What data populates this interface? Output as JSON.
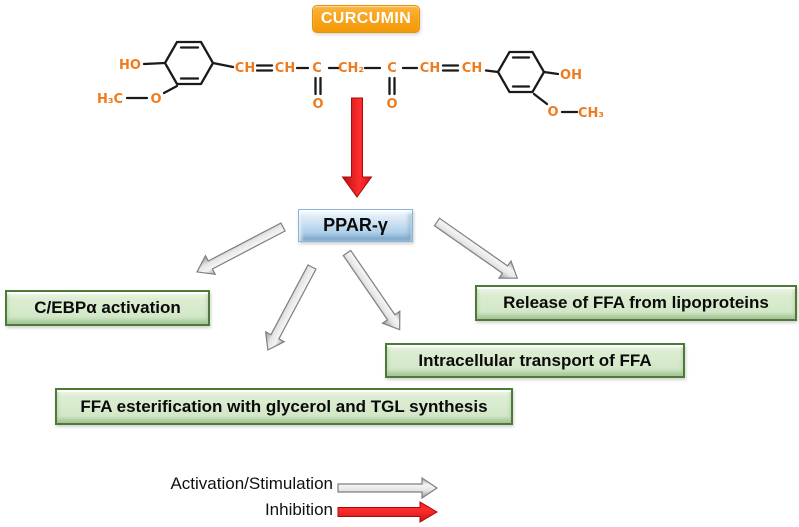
{
  "title": {
    "label": "CURCUMIN"
  },
  "molecule": {
    "labels": {
      "ho": "HO",
      "h3c": "H₃C",
      "o_methoxy_left": "O",
      "ch_1": "CH",
      "ch_2": "CH",
      "c_keto_1": "C",
      "ch2": "CH₂",
      "c_keto_2": "C",
      "ch_3": "CH",
      "ch_4": "CH",
      "o_keto_1": "O",
      "o_keto_2": "O",
      "oh": "OH",
      "o_methoxy_right": "O",
      "ch3": "CH₃"
    }
  },
  "ppar": {
    "label": "PPAR-γ"
  },
  "effects": {
    "cebp": "C/EBPα activation",
    "release": "Release of FFA from lipoproteins",
    "transport": "Intracellular transport of FFA",
    "esterification": "FFA esterification with glycerol and TGL synthesis"
  },
  "legend": {
    "activation_label": "Activation/Stimulation",
    "inhibition_label": "Inhibition"
  },
  "colors": {
    "curcumin_box": "#F7A11A",
    "ppar_box_face": "#BDD7EE",
    "effect_box_face": "#D9EAD3",
    "effect_box_border": "#4E7A38",
    "molecule_label": "#EE7C1E",
    "bond_line": "#1A1A1A",
    "activation_arrow": "#C9C9C9",
    "inhibition_arrow": "#EE1111"
  }
}
